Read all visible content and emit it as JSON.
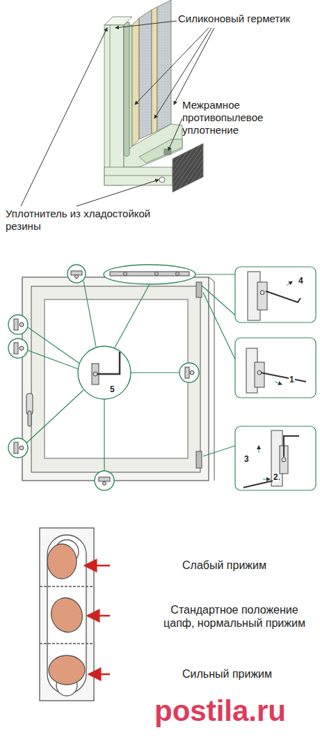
{
  "diagram": {
    "labels": [
      "Силиконовый герметик",
      "Межрамное противопылевое уплотнение",
      "Уплотнитель из хладостойкой резины",
      "4",
      "1",
      "5",
      "3",
      "2",
      "Слабый прижим",
      "Стандартное положение цапф, нормальный прижим",
      "Сильный прижим",
      "postila.ru"
    ]
  }
}
